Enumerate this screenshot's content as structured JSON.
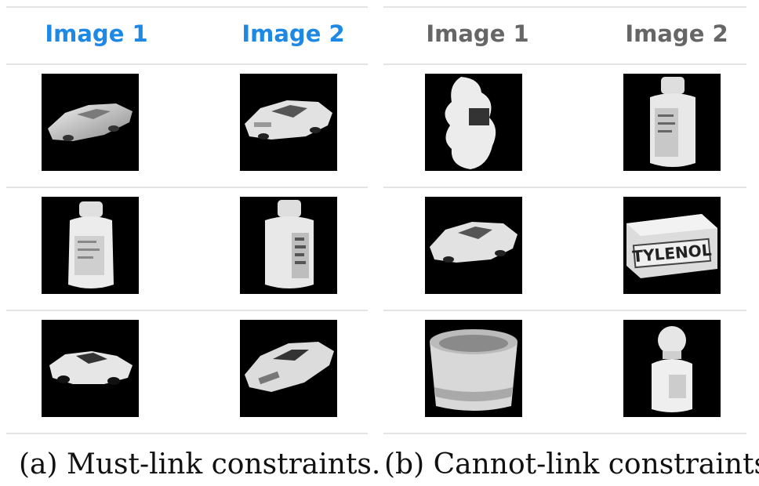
{
  "panel_a": {
    "header": {
      "col1": "Image 1",
      "col2": "Image 2",
      "color": "#1e88e5"
    },
    "caption": "(a) Must-link constraints.",
    "rows": [
      {
        "image1": "toy-car-image",
        "image2": "toy-car-image"
      },
      {
        "image1": "pill-bottle-image",
        "image2": "pill-bottle-image"
      },
      {
        "image1": "toy-car-image",
        "image2": "toy-car-image"
      }
    ]
  },
  "panel_b": {
    "header": {
      "col1": "Image 1",
      "col2": "Image 2",
      "color": "#666666"
    },
    "caption": "(b) Cannot-link constraints.",
    "rows": [
      {
        "image1": "figurine-image",
        "image2": "pill-bottle-image"
      },
      {
        "image1": "toy-car-image",
        "image2": "tylenol-box-image",
        "box_text": "TYLENOL"
      },
      {
        "image1": "ceramic-cup-image",
        "image2": "bottle-image"
      }
    ]
  }
}
